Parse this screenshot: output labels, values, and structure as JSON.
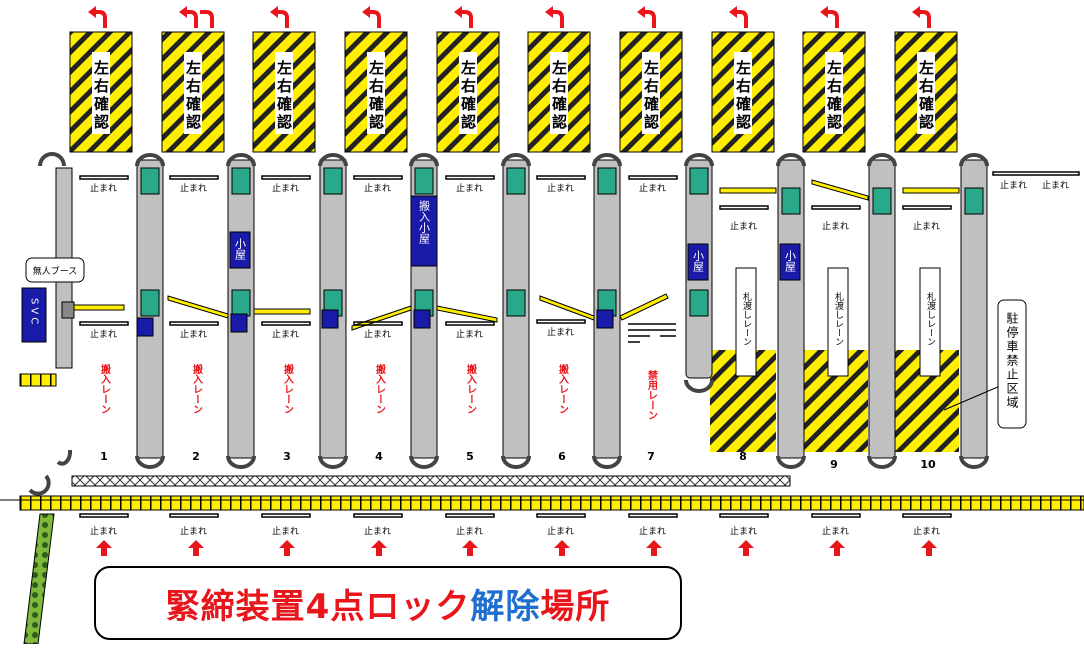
{
  "check_sign": "左右確認",
  "stop_label": "止まれ",
  "booth_label": "無人ブース",
  "svc_label": "SVC",
  "koya_label": "小屋",
  "hannyu_koya_label": "搬入小屋",
  "hannyu_lane_label": "搬入レーン",
  "kinyo_lane_label": "禁用レーン",
  "fudawatashi_lane_label": "札渡しレーン",
  "no_parking_label": "駐停車禁止区域",
  "lane_numbers": [
    "1",
    "2",
    "3",
    "4",
    "5",
    "6",
    "7",
    "8",
    "9",
    "10"
  ],
  "caption": {
    "part1": "緊締装置4点ロック",
    "part2": "解除",
    "part3": "場所"
  },
  "colors": {
    "caution_yellow": "#ffee00",
    "pillar_gray": "#c0c0c0",
    "booth_blue": "#1a1aa8",
    "lane_text_red": "#e8161b",
    "arrow_red": "#e8161b",
    "caption_blue": "#1e6fd0"
  }
}
